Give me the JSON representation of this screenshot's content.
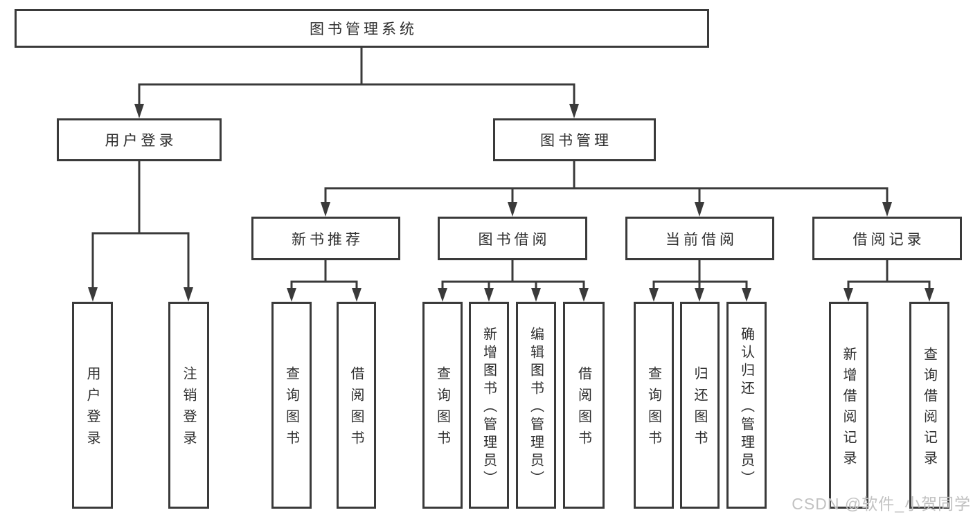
{
  "diagram": {
    "type": "tree",
    "title": "图书管理系统",
    "root": {
      "label": "图书管理系统"
    },
    "level1": [
      {
        "label": "用户登录",
        "parent": "图书管理系统"
      },
      {
        "label": "图书管理",
        "parent": "图书管理系统"
      }
    ],
    "level2": [
      {
        "label": "新书推荐",
        "parent": "图书管理"
      },
      {
        "label": "图书借阅",
        "parent": "图书管理"
      },
      {
        "label": "当前借阅",
        "parent": "图书管理"
      },
      {
        "label": "借阅记录",
        "parent": "图书管理"
      }
    ],
    "leaves": [
      {
        "label": "用户登录",
        "parent": "用户登录"
      },
      {
        "label": "注销登录",
        "parent": "用户登录"
      },
      {
        "label": "查询图书",
        "parent": "新书推荐"
      },
      {
        "label": "借阅图书",
        "parent": "新书推荐"
      },
      {
        "label": "查询图书",
        "parent": "图书借阅"
      },
      {
        "label": "新增图书（管理员）",
        "parent": "图书借阅"
      },
      {
        "label": "编辑图书（管理员）",
        "parent": "图书借阅"
      },
      {
        "label": "借阅图书",
        "parent": "图书借阅"
      },
      {
        "label": "查询图书",
        "parent": "当前借阅"
      },
      {
        "label": "归还图书",
        "parent": "当前借阅"
      },
      {
        "label": "确认归还（管理员）",
        "parent": "当前借阅"
      },
      {
        "label": "新增借阅记录",
        "parent": "借阅记录"
      },
      {
        "label": "查询借阅记录",
        "parent": "借阅记录"
      }
    ]
  },
  "watermark": "CSDN @软件_小贺同学",
  "colors": {
    "line": "#3a3a3a",
    "text": "#2e2e2e",
    "watermark": "#c2c2c2",
    "background": "#ffffff"
  }
}
